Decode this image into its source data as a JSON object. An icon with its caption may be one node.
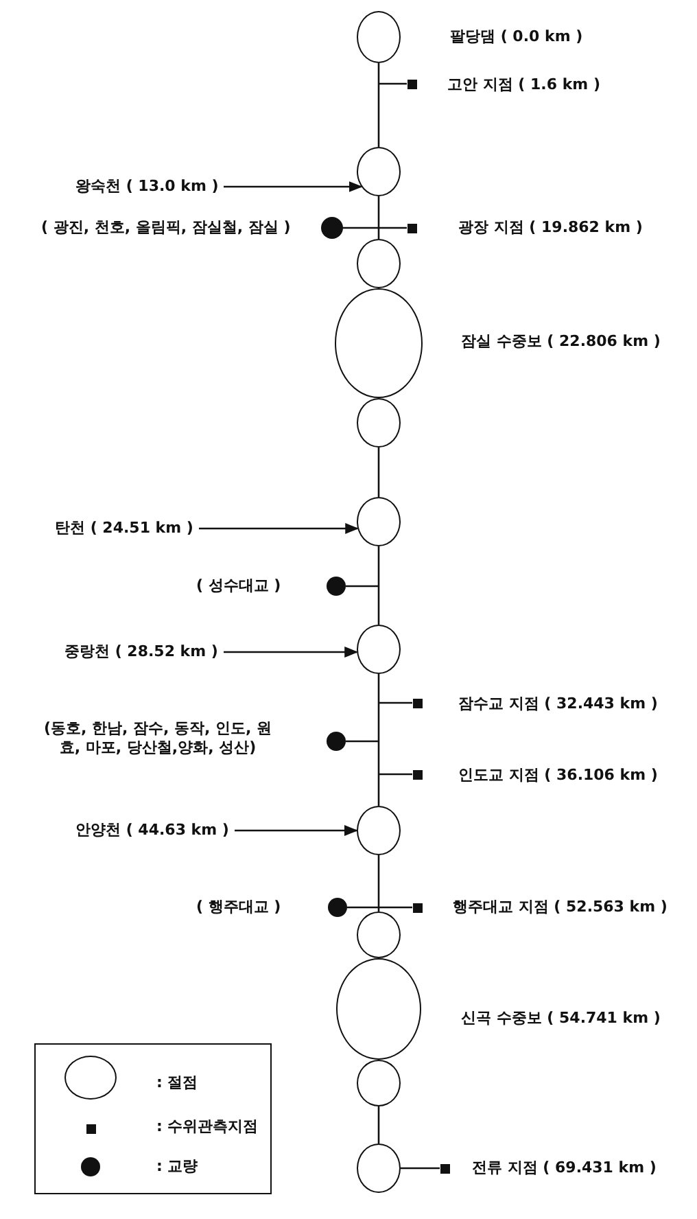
{
  "diagram": {
    "nodes": [
      {
        "text": [],
        "shape": "circle",
        "beside": [
          "팔당댐  ( 0.0 km )"
        ]
      },
      {
        "text": [],
        "shape": "box",
        "beside": [
          "고안 지점 ( 1.6 km )"
        ]
      },
      {
        "text": [
          "왕숙천 ( 13.0 km )"
        ]
      },
      {
        "text": [],
        "shape": "circle"
      },
      {
        "text": [],
        "shape": "dot",
        "beside": [
          "( 광진, 천호, 올림픽, 잠실철, 잠실 )"
        ]
      },
      {
        "text": [],
        "shape": "box",
        "beside": [
          "광장 지점 ( 19.862 km )"
        ]
      },
      {
        "text": [],
        "shape": "circle"
      },
      {
        "text": [],
        "shape": "ellipse",
        "beside": [
          "잠실 수중보  ( 22.806 km )"
        ]
      },
      {
        "text": [],
        "shape": "circle"
      },
      {
        "text": [
          "탄천  ( 24.51 km )"
        ]
      },
      {
        "text": [],
        "shape": "circle"
      },
      {
        "text": [],
        "shape": "dot",
        "beside": [
          "( 성수대교 )"
        ]
      },
      {
        "text": [
          "중랑천 ( 28.52 km )"
        ]
      },
      {
        "text": [],
        "shape": "circle"
      },
      {
        "text": [],
        "shape": "box",
        "beside": [
          "잠수교 지점 ( 32.443 km )"
        ]
      },
      {
        "text": [],
        "shape": "dot",
        "beside": [
          "(동호, 한남, 잠수, 동작, 인도, 원효, 마포, 당산철,양화, 성산)"
        ]
      },
      {
        "text": [],
        "shape": "box",
        "beside": [
          "인도교 지점 ( 36.106 km )"
        ]
      },
      {
        "text": [
          "안양천  ( 44.63 km )"
        ]
      },
      {
        "text": [],
        "shape": "circle"
      },
      {
        "text": [],
        "shape": "dot",
        "beside": [
          "( 행주대교 )"
        ]
      },
      {
        "text": [],
        "shape": "box",
        "beside": [
          "행주대교 지점 ( 52.563 km )"
        ]
      },
      {
        "text": [],
        "shape": "circle"
      },
      {
        "text": [],
        "shape": "ellipse",
        "beside": [
          "신곡 수중보  ( 54.741 km )"
        ]
      },
      {
        "text": [],
        "shape": "circle"
      },
      {
        "text": [],
        "shape": "circle"
      },
      {
        "text": [],
        "shape": "box",
        "beside": [
          "전류 지점 ( 69.431 km )"
        ]
      }
    ],
    "edges": [
      {
        "from": 0,
        "to": 3,
        "arrow": "none"
      },
      {
        "from": null,
        "to": 1,
        "arrow": "none"
      },
      {
        "from": 2,
        "to": 3,
        "arrow": "to"
      },
      {
        "from": 4,
        "to": 5,
        "arrow": "none"
      },
      {
        "from": 3,
        "to": 6,
        "arrow": "none"
      },
      {
        "from": 8,
        "to": 10,
        "arrow": "none"
      },
      {
        "from": 9,
        "to": 10,
        "arrow": "to"
      },
      {
        "from": 11,
        "to": null,
        "arrow": "none"
      },
      {
        "from": 10,
        "to": 13,
        "arrow": "none"
      },
      {
        "from": 12,
        "to": 13,
        "arrow": "to"
      },
      {
        "from": null,
        "to": 14,
        "arrow": "none"
      },
      {
        "from": 15,
        "to": null,
        "arrow": "none"
      },
      {
        "from": null,
        "to": 16,
        "arrow": "none"
      },
      {
        "from": 13,
        "to": 18,
        "arrow": "none"
      },
      {
        "from": 17,
        "to": 18,
        "arrow": "to"
      },
      {
        "from": 19,
        "to": 20,
        "arrow": "none"
      },
      {
        "from": 18,
        "to": 21,
        "arrow": "none"
      },
      {
        "from": 23,
        "to": 24,
        "arrow": "none"
      },
      {
        "from": 24,
        "to": 25,
        "arrow": "none"
      }
    ],
    "legend": [
      {
        "text": ":  절점"
      },
      {
        "text": ":  수위관측지점"
      },
      {
        "text": ":  교량"
      }
    ]
  }
}
